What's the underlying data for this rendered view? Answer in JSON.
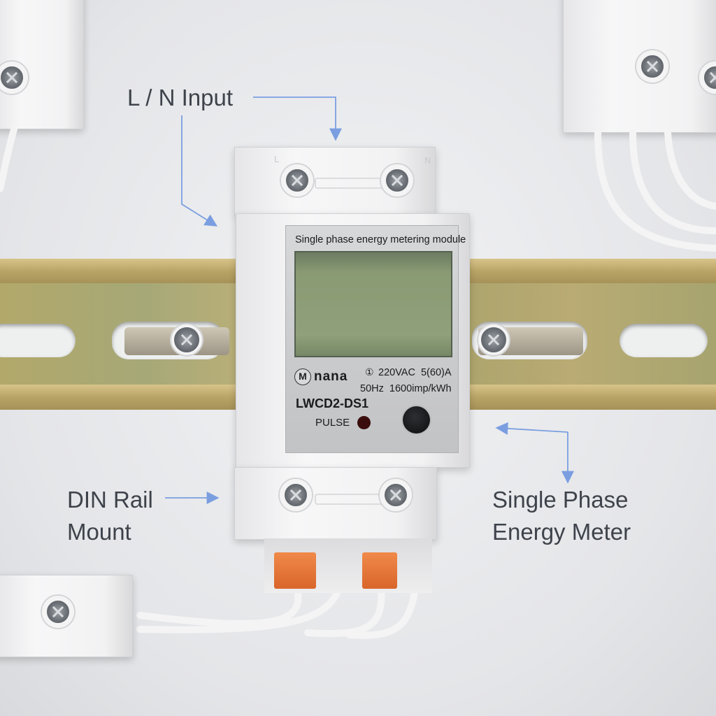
{
  "annotations": {
    "ln_input": "L / N Input",
    "din_rail_line1": "DIN Rail",
    "din_rail_line2": "Mount",
    "meter_line1": "Single Phase",
    "meter_line2": "Energy Meter"
  },
  "meter": {
    "module_title": "Single phase energy metering module",
    "brand": "nana",
    "brand_mark": "M",
    "class_symbol": "①",
    "rating": "220VAC  5(60)A",
    "frequency_constant": "50Hz  1600imp/kWh",
    "model": "LWCD2-DS1",
    "pulse_label": "PULSE",
    "terminal_l": "L",
    "terminal_n": "N"
  },
  "colors": {
    "arrow": "#7a9ee0",
    "label_text": "#3e434b",
    "rail": "#b9a466",
    "lcd": "#8a9b74"
  }
}
